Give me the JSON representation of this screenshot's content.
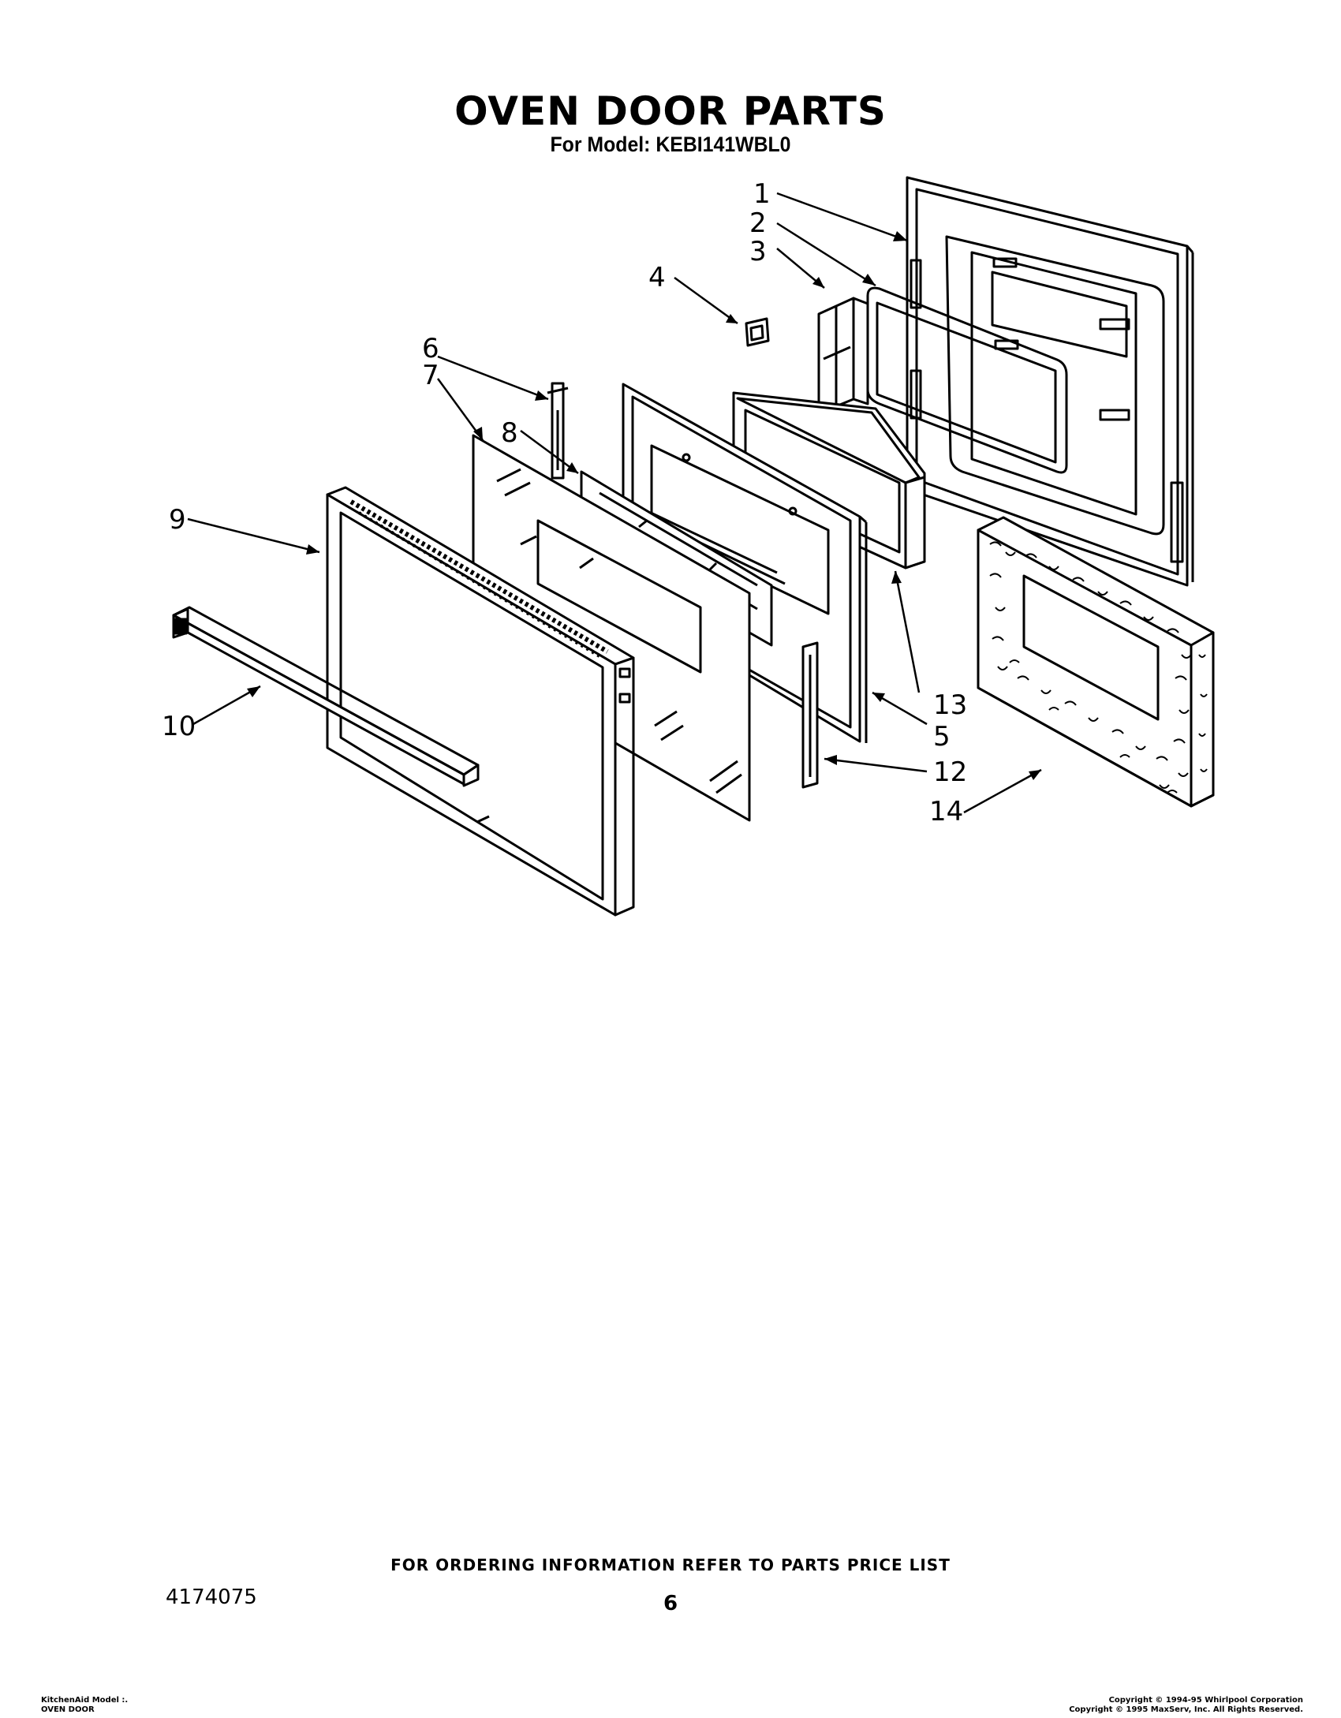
{
  "header": {
    "title": "OVEN DOOR PARTS",
    "subtitle": "For Model: KEBI141WBL0"
  },
  "callouts": {
    "c1": "1",
    "c2": "2",
    "c3": "3",
    "c4": "4",
    "c5": "5",
    "c6": "6",
    "c7": "7",
    "c8": "8",
    "c9": "9",
    "c10": "10",
    "c12": "12",
    "c13": "13",
    "c14": "14"
  },
  "footer": {
    "ordering": "FOR ORDERING INFORMATION REFER TO PARTS PRICE LIST",
    "doc_number": "4174075",
    "page_number": "6",
    "left_line1": "KitchenAid Model :.",
    "left_line2": "OVEN DOOR",
    "right_line1": "Copyright © 1994-95 Whirlpool Corporation",
    "right_line2": "Copyright © 1995 MaxServ, Inc. All Rights Reserved."
  }
}
